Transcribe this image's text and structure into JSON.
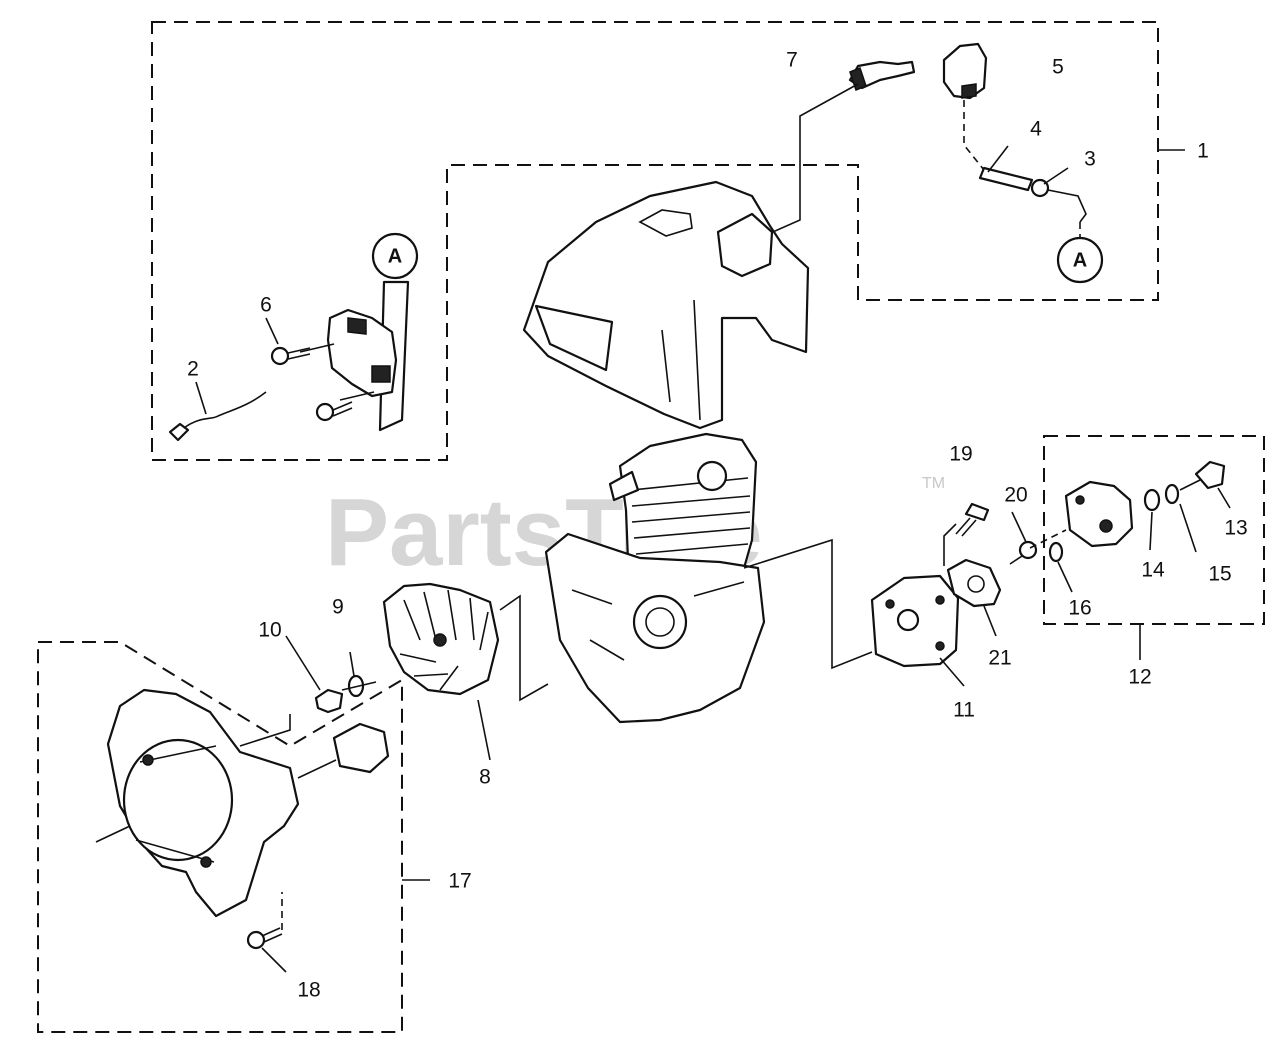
{
  "watermark": {
    "text": "PartsTree",
    "tm": "TM"
  },
  "callouts": {
    "c1": "1",
    "c2": "2",
    "c3": "3",
    "c4": "4",
    "c5": "5",
    "c6": "6",
    "c7": "7",
    "c8": "8",
    "c9": "9",
    "c10": "10",
    "c11": "11",
    "c12": "12",
    "c13": "13",
    "c14": "14",
    "c15": "15",
    "c16": "16",
    "c17": "17",
    "c18": "18",
    "c19": "19",
    "c20": "20",
    "c21": "21"
  },
  "connectors": {
    "left": "A",
    "right": "A"
  }
}
